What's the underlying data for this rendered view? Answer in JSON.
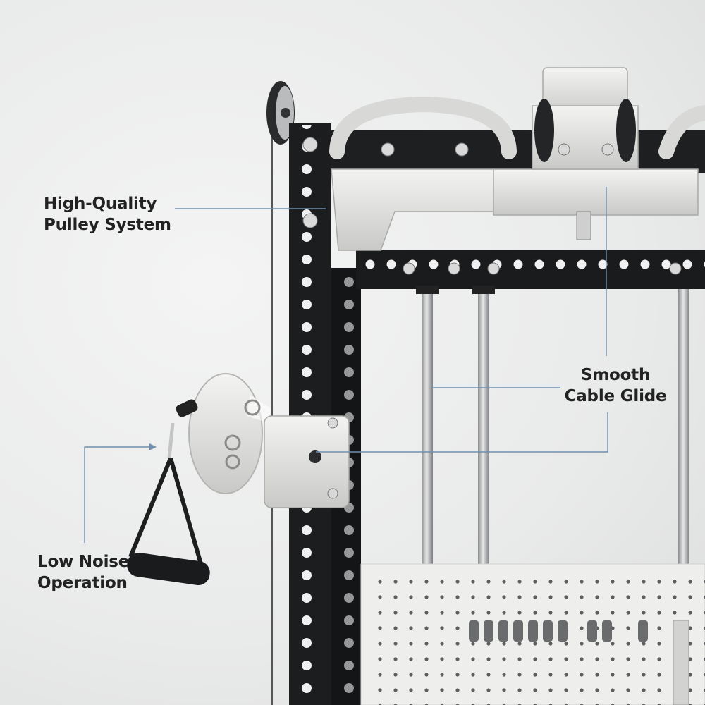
{
  "callouts": {
    "pulley": {
      "line1": "High-Quality",
      "line2": "Pulley System"
    },
    "glide": {
      "line1": "Smooth",
      "line2": "Cable Glide"
    },
    "noise": {
      "line1": "Low Noise",
      "line2": "Operation"
    }
  },
  "colors": {
    "frame": "#1c1d1f",
    "aluminum": "#e4e5e3",
    "leader_line": "#6f8fb0",
    "background": "#ebebeb",
    "text": "#222222"
  }
}
